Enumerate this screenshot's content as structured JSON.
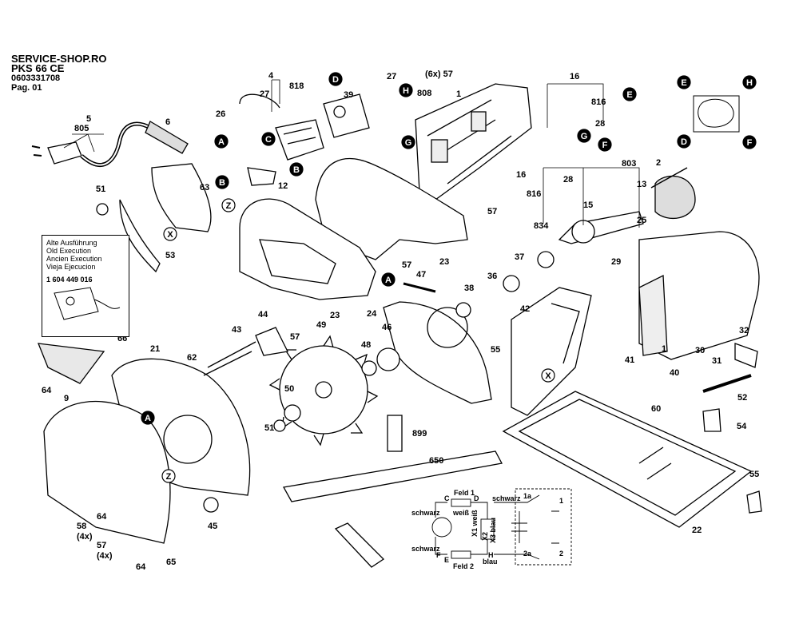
{
  "header": {
    "site": "SERVICE-SHOP.RO",
    "model": "PKS 66 CE",
    "part_number": "0603331708",
    "page": "Pag. 01"
  },
  "inset": {
    "lines": [
      "Alte Ausführung",
      "Old Execution",
      "Ancien Execution",
      "Vieja Ejecucion"
    ],
    "part_number": "1 604 449 016"
  },
  "callouts": [
    {
      "id": "c4",
      "label": "4"
    },
    {
      "id": "c818",
      "label": "818"
    },
    {
      "id": "c27a",
      "label": "27"
    },
    {
      "id": "c26",
      "label": "26"
    },
    {
      "id": "c39",
      "label": "39"
    },
    {
      "id": "c27b",
      "label": "27"
    },
    {
      "id": "c808",
      "label": "808"
    },
    {
      "id": "c1a",
      "label": "1"
    },
    {
      "id": "c57x6",
      "label": "(6x) 57"
    },
    {
      "id": "c16a",
      "label": "16"
    },
    {
      "id": "c816a",
      "label": "816"
    },
    {
      "id": "c28a",
      "label": "28"
    },
    {
      "id": "c5",
      "label": "5"
    },
    {
      "id": "c805",
      "label": "805"
    },
    {
      "id": "c6",
      "label": "6"
    },
    {
      "id": "c12",
      "label": "12"
    },
    {
      "id": "c51a",
      "label": "51"
    },
    {
      "id": "c63",
      "label": "63"
    },
    {
      "id": "c53",
      "label": "53"
    },
    {
      "id": "c16b",
      "label": "16"
    },
    {
      "id": "c28b",
      "label": "28"
    },
    {
      "id": "c816b",
      "label": "816"
    },
    {
      "id": "c803",
      "label": "803"
    },
    {
      "id": "c2",
      "label": "2"
    },
    {
      "id": "c13",
      "label": "13"
    },
    {
      "id": "c15",
      "label": "15"
    },
    {
      "id": "c57b",
      "label": "57"
    },
    {
      "id": "c834",
      "label": "834"
    },
    {
      "id": "c25",
      "label": "25"
    },
    {
      "id": "c23",
      "label": "23"
    },
    {
      "id": "c57c",
      "label": "57"
    },
    {
      "id": "c37",
      "label": "37"
    },
    {
      "id": "c29",
      "label": "29"
    },
    {
      "id": "c47",
      "label": "47"
    },
    {
      "id": "c36",
      "label": "36"
    },
    {
      "id": "c38",
      "label": "38"
    },
    {
      "id": "c42",
      "label": "42"
    },
    {
      "id": "c23b",
      "label": "23"
    },
    {
      "id": "c24",
      "label": "24"
    },
    {
      "id": "c44",
      "label": "44"
    },
    {
      "id": "c57d",
      "label": "57"
    },
    {
      "id": "c49",
      "label": "49"
    },
    {
      "id": "c46",
      "label": "46"
    },
    {
      "id": "c43",
      "label": "43"
    },
    {
      "id": "c66",
      "label": "66"
    },
    {
      "id": "c21",
      "label": "21"
    },
    {
      "id": "c62",
      "label": "62"
    },
    {
      "id": "c48",
      "label": "48"
    },
    {
      "id": "c55a",
      "label": "55"
    },
    {
      "id": "c41",
      "label": "41"
    },
    {
      "id": "c1b",
      "label": "1"
    },
    {
      "id": "c30",
      "label": "30"
    },
    {
      "id": "c31",
      "label": "31"
    },
    {
      "id": "c32",
      "label": "32"
    },
    {
      "id": "c40",
      "label": "40"
    },
    {
      "id": "c52",
      "label": "52"
    },
    {
      "id": "c60",
      "label": "60"
    },
    {
      "id": "c54",
      "label": "54"
    },
    {
      "id": "c64a",
      "label": "64"
    },
    {
      "id": "c9",
      "label": "9"
    },
    {
      "id": "c50",
      "label": "50"
    },
    {
      "id": "c51b",
      "label": "51"
    },
    {
      "id": "c899",
      "label": "899"
    },
    {
      "id": "c650",
      "label": "650"
    },
    {
      "id": "c55b",
      "label": "55"
    },
    {
      "id": "c58",
      "label": "58"
    },
    {
      "id": "c58n",
      "label": "(4x)"
    },
    {
      "id": "c64b",
      "label": "64"
    },
    {
      "id": "c57e",
      "label": "57"
    },
    {
      "id": "c57n",
      "label": "(4x)"
    },
    {
      "id": "c64c",
      "label": "64"
    },
    {
      "id": "c65",
      "label": "65"
    },
    {
      "id": "c45",
      "label": "45"
    },
    {
      "id": "c22",
      "label": "22"
    }
  ],
  "letter_markers": [
    {
      "id": "mD1",
      "label": "D"
    },
    {
      "id": "mH1",
      "label": "H"
    },
    {
      "id": "mA1",
      "label": "A"
    },
    {
      "id": "mB1",
      "label": "B"
    },
    {
      "id": "mC1",
      "label": "C"
    },
    {
      "id": "mB2",
      "label": "B"
    },
    {
      "id": "mG1",
      "label": "G"
    },
    {
      "id": "mE1",
      "label": "E"
    },
    {
      "id": "mG2",
      "label": "G"
    },
    {
      "id": "mF1",
      "label": "F"
    },
    {
      "id": "mE2",
      "label": "E"
    },
    {
      "id": "mH2",
      "label": "H"
    },
    {
      "id": "mD2",
      "label": "D"
    },
    {
      "id": "mF2",
      "label": "F"
    },
    {
      "id": "mA2",
      "label": "A"
    },
    {
      "id": "mA3",
      "label": "A"
    },
    {
      "id": "mZ1",
      "label": "Z"
    },
    {
      "id": "mX1",
      "label": "X"
    },
    {
      "id": "mX2",
      "label": "X"
    },
    {
      "id": "mZ2",
      "label": "Z"
    }
  ],
  "wiring": {
    "feld1": "Feld 1",
    "feld2": "Feld 2",
    "c": "C",
    "d": "D",
    "e": "E",
    "f": "F",
    "h": "H",
    "schwarz1": "schwarz",
    "schwarz2": "schwarz",
    "schwarz3": "schwarz",
    "weiss1": "weiß",
    "x1": "X1 weiß",
    "x2": "X2",
    "x3": "X3 blau",
    "blau": "blau",
    "n1a": "1a",
    "n1": "1",
    "n2": "2",
    "n2a": "2a"
  },
  "colors": {
    "ink": "#000000",
    "paper": "#ffffff",
    "gray": "#d9d9d9",
    "dark": "#3a3a3a"
  }
}
